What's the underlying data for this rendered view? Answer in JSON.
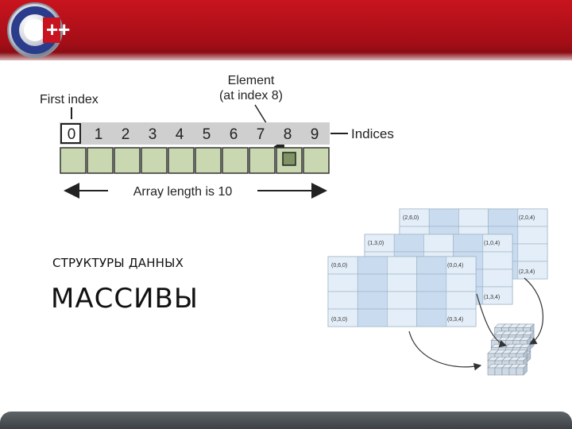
{
  "slide": {
    "subtitle": "СТРУКТУРЫ ДАННЫХ",
    "title": "МАССИВЫ"
  },
  "logo": {
    "icon": "cpp-logo-icon",
    "text": "++"
  },
  "array_diagram": {
    "first_index_label": "First index",
    "element_label_line1": "Element",
    "element_label_line2": "(at index 8)",
    "indices": [
      "0",
      "1",
      "2",
      "3",
      "4",
      "5",
      "6",
      "7",
      "8",
      "9"
    ],
    "indices_label": "Indices",
    "length_label": "Array length is 10",
    "highlighted_index": 8
  },
  "matrix_diagram": {
    "back_labels": [
      "(2,6,0)",
      "(2,0,4)",
      "(2,3,4)"
    ],
    "middle_labels": [
      "(1,3,0)",
      "(1,0,4)",
      "(1,3,4)"
    ],
    "front_labels": [
      "(0,6,0)",
      "(0,0,4)",
      "(0,3,0)",
      "(0,3,4)"
    ]
  },
  "colors": {
    "header_red": "#c8141e",
    "cell_green": "#c9d8b0",
    "cell_highlight": "#7f9364",
    "index_bar": "#cfcfcf",
    "matrix_cell": "#e4eef8",
    "matrix_shade": "#c9dcef"
  }
}
